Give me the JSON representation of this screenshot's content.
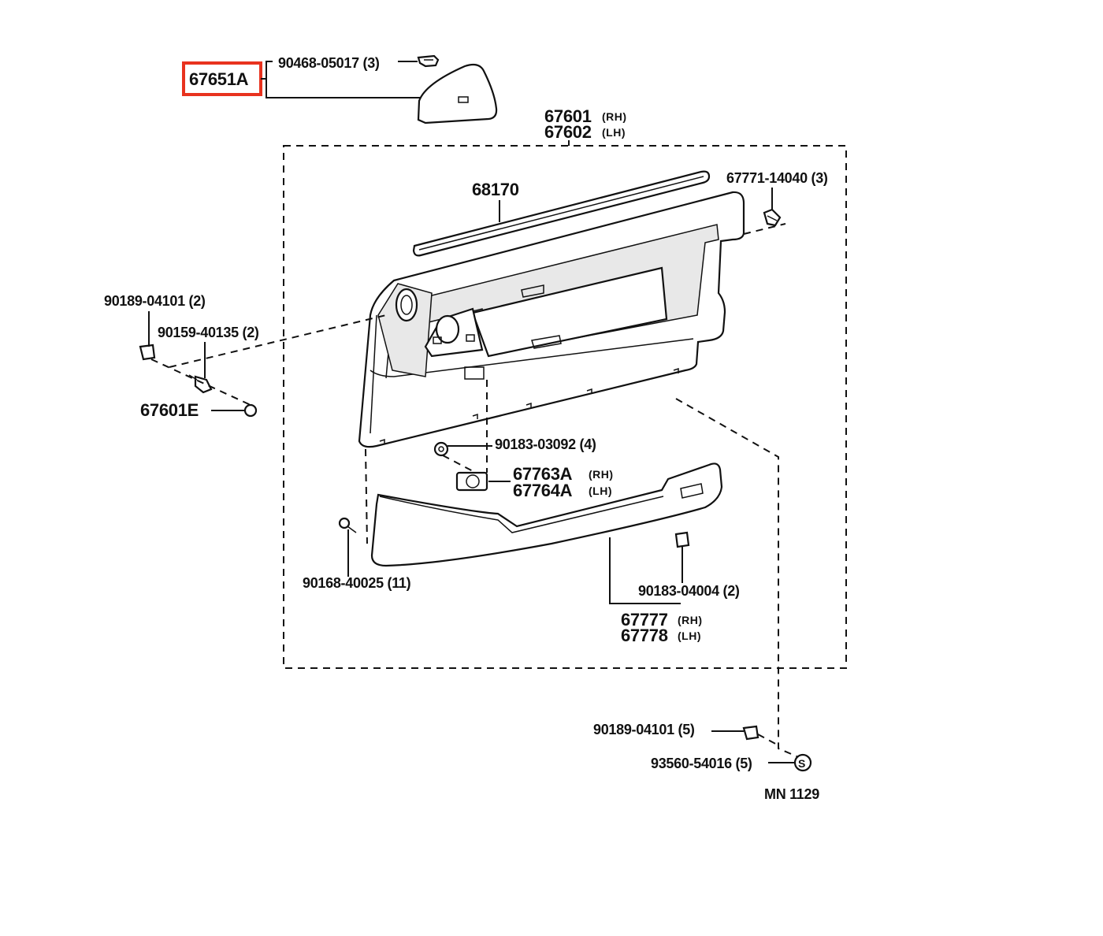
{
  "highlight_color": "#e8321e",
  "catalog_ref": "MN  1129",
  "parts": {
    "p67651A": {
      "number": "67651A"
    },
    "p90468": {
      "number": "90468-05017",
      "qty": "(3)"
    },
    "p67601": {
      "number": "67601",
      "side": "(RH)"
    },
    "p67602": {
      "number": "67602",
      "side": "(LH)"
    },
    "p68170": {
      "number": "68170"
    },
    "p67771": {
      "number": "67771-14040",
      "qty": "(3)"
    },
    "p90189a": {
      "number": "90189-04101",
      "qty": "(2)"
    },
    "p90159": {
      "number": "90159-40135",
      "qty": "(2)"
    },
    "p67601E": {
      "number": "67601E"
    },
    "p90183a": {
      "number": "90183-03092",
      "qty": "(4)"
    },
    "p67763A": {
      "number": "67763A",
      "side": "(RH)"
    },
    "p67764A": {
      "number": "67764A",
      "side": "(LH)"
    },
    "p90168": {
      "number": "90168-40025",
      "qty": "(11)"
    },
    "p90183b": {
      "number": "90183-04004",
      "qty": "(2)"
    },
    "p67777": {
      "number": "67777",
      "side": "(RH)"
    },
    "p67778": {
      "number": "67778",
      "side": "(LH)"
    },
    "p90189b": {
      "number": "90189-04101",
      "qty": "(5)"
    },
    "p93560": {
      "number": "93560-54016",
      "qty": "(5)"
    }
  }
}
